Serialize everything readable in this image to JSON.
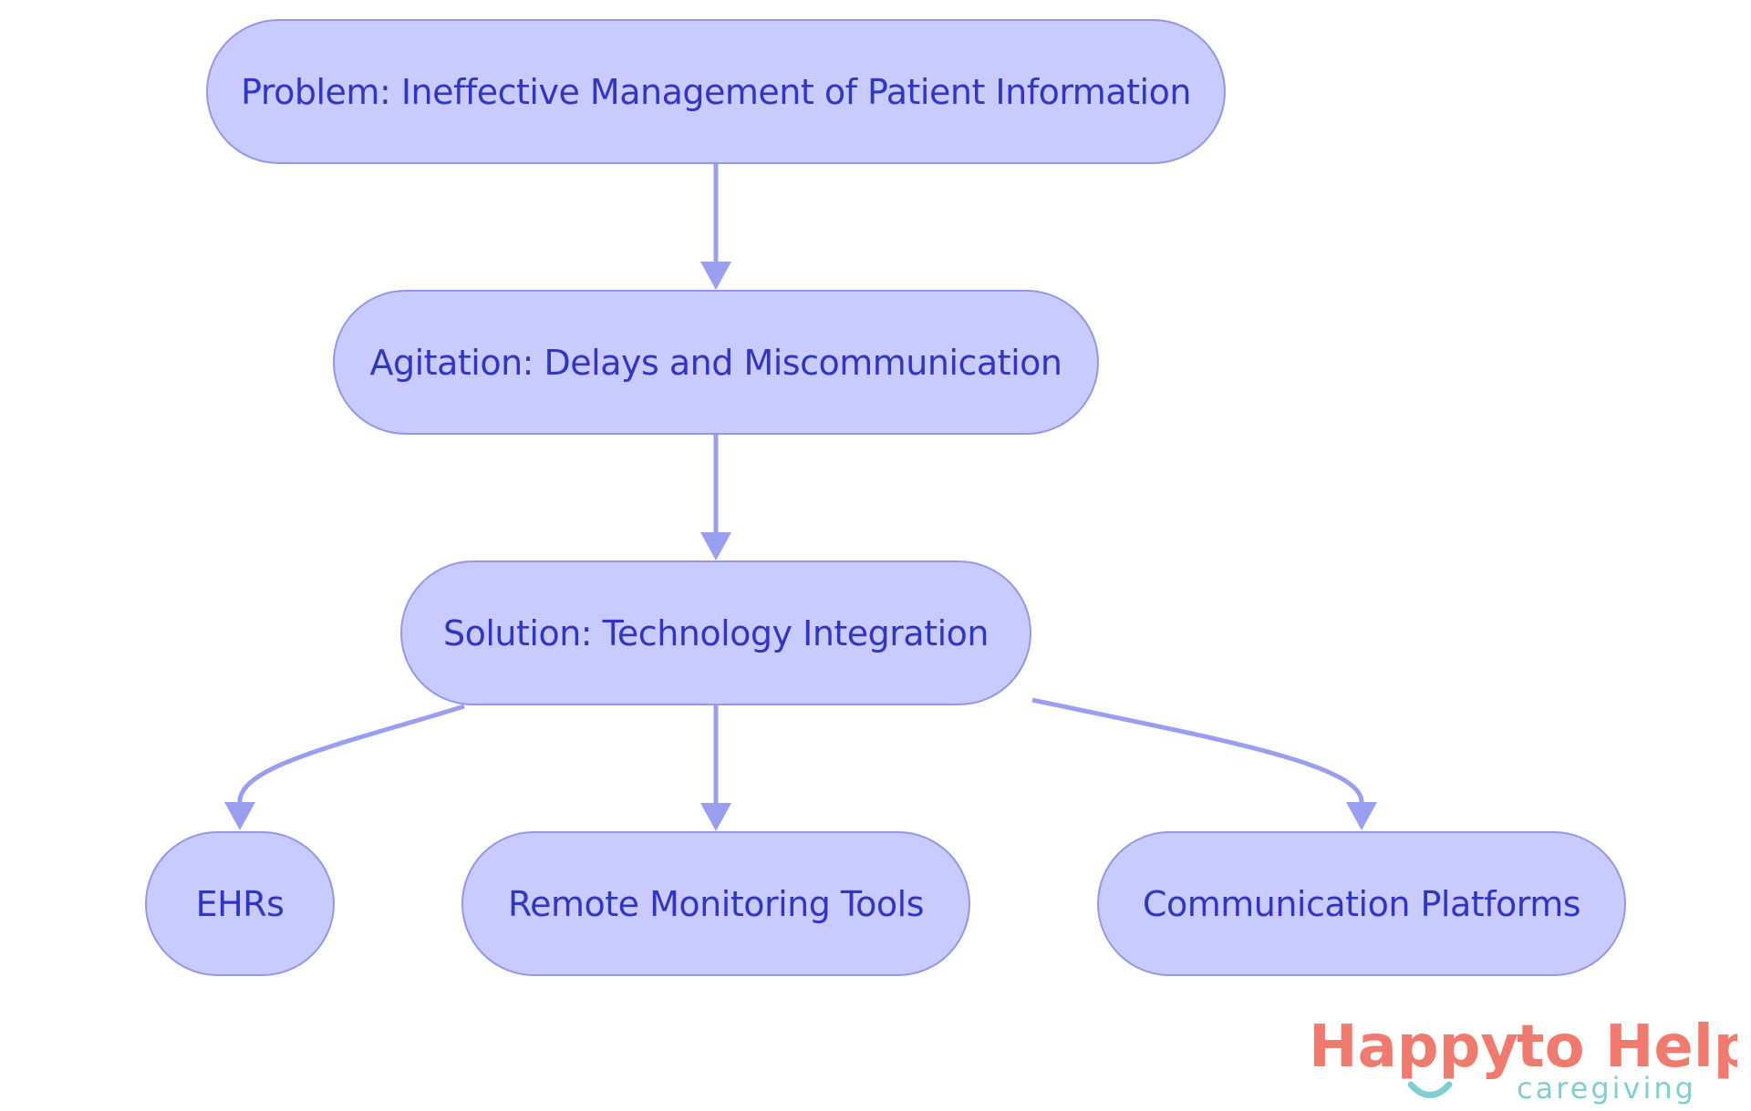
{
  "nodes": {
    "problem": "Problem: Ineffective Management of Patient Information",
    "agitation": "Agitation: Delays and Miscommunication",
    "solution": "Solution: Technology Integration",
    "ehrs": "EHRs",
    "remote": "Remote Monitoring Tools",
    "communication": "Communication Platforms"
  },
  "edges": [
    {
      "from": "problem",
      "to": "agitation"
    },
    {
      "from": "agitation",
      "to": "solution"
    },
    {
      "from": "solution",
      "to": "ehrs"
    },
    {
      "from": "solution",
      "to": "remote"
    },
    {
      "from": "solution",
      "to": "communication"
    }
  ],
  "logo": {
    "word1": "Happy",
    "word2": "to Help",
    "tagline": "caregiving"
  },
  "colors": {
    "node_fill": "#c9caff",
    "node_border": "#9497e8",
    "node_text": "#3135c4",
    "edge": "#9a9ef0",
    "logo_main": "#f07a6e",
    "logo_accent": "#7fcfcf"
  }
}
